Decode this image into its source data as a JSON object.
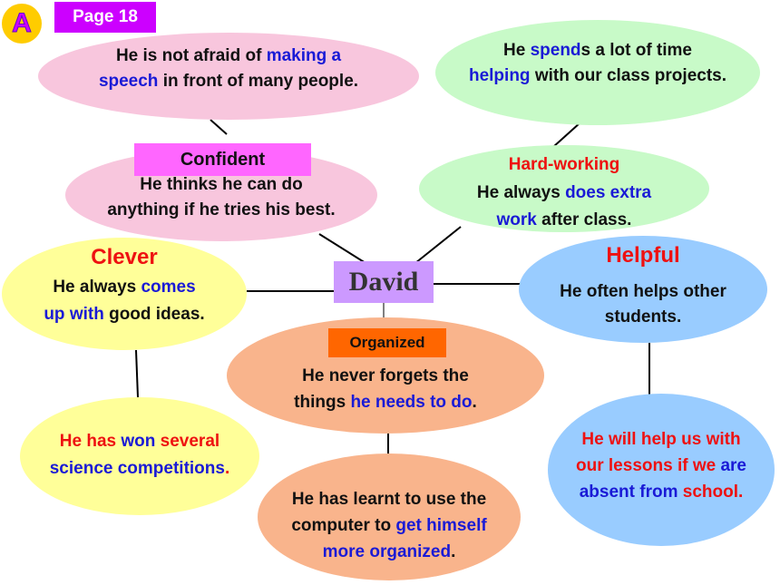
{
  "badge": {
    "letter": "A",
    "page": "Page 18"
  },
  "center": {
    "label": "David"
  },
  "confident": {
    "label": "Confident",
    "desc": [
      "He thinks he can do",
      "anything if he tries his best."
    ],
    "example": {
      "p1": "He is not afraid of ",
      "p2": "making a",
      "p3": "speech",
      "p4": " in front of many people."
    }
  },
  "hardworking": {
    "label": "Hard-working",
    "desc": {
      "p1": "He always ",
      "p2": "does extra",
      "p3": "work",
      "p4": " after class."
    },
    "example": {
      "p1": "He ",
      "p2": "spend",
      "p3": "s a lot of time",
      "p4": "helping",
      "p5": " with our class projects."
    }
  },
  "clever": {
    "label": "Clever",
    "desc": {
      "p1": "He always ",
      "p2": "comes",
      "p3": "up with",
      "p4": " good ideas."
    },
    "example": {
      "p1": "He has ",
      "p2": "won",
      "p3": " several",
      "p4": "science competitions",
      "p5": "."
    }
  },
  "helpful": {
    "label": "Helpful",
    "desc": [
      "He often helps other",
      "students."
    ],
    "example": {
      "p1": "He will help us with",
      "p2": "our lessons if we ",
      "p3": "are",
      "p4": "absent from",
      "p5": " school."
    }
  },
  "organized": {
    "label": "Organized",
    "desc": {
      "p1": "He never forgets the",
      "p2": "things ",
      "p3": "he needs to do",
      "p4": "."
    },
    "example": {
      "p1": "He has learnt to use the",
      "p2": "computer to ",
      "p3": "get himself",
      "p4": "more organized",
      "p5": "."
    }
  },
  "colors": {
    "pink": "#f8c6dd",
    "green": "#c8fac8",
    "yellow": "#ffff99",
    "blue": "#99ccff",
    "orange": "#f9b48c",
    "magenta": "#cc00ff",
    "label_pink": "#ff66ff",
    "label_orange": "#ff6600",
    "david_box": "#cc99ff"
  }
}
